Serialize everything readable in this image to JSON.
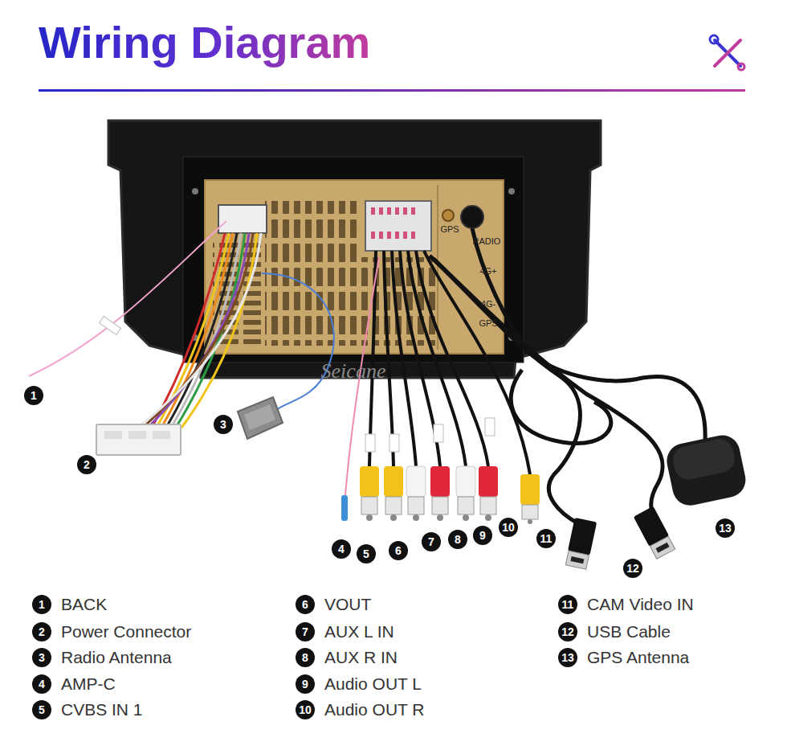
{
  "diagram": {
    "title": "Wiring Diagram",
    "nodes": [
      {
        "text": [
          "1"
        ]
      },
      {
        "text": [
          "2"
        ]
      },
      {
        "text": [
          "3"
        ]
      },
      {
        "text": [
          "4"
        ]
      },
      {
        "text": [
          "5"
        ]
      },
      {
        "text": [
          "6"
        ]
      },
      {
        "text": [
          "7"
        ]
      },
      {
        "text": [
          "8"
        ]
      },
      {
        "text": [
          "9"
        ]
      },
      {
        "text": [
          "10"
        ]
      },
      {
        "text": [
          "11"
        ]
      },
      {
        "text": [
          "12"
        ]
      },
      {
        "text": [
          "13"
        ]
      },
      {
        "text": [
          "1"
        ]
      },
      {
        "text": [
          "2"
        ]
      },
      {
        "text": [
          "3"
        ]
      },
      {
        "text": [
          "4"
        ]
      },
      {
        "text": [
          "5"
        ]
      },
      {
        "text": [
          "6"
        ]
      },
      {
        "text": [
          "7"
        ]
      },
      {
        "text": [
          "8"
        ]
      },
      {
        "text": [
          "9"
        ]
      },
      {
        "text": [
          "10"
        ]
      },
      {
        "text": [
          "11"
        ]
      },
      {
        "text": [
          "12"
        ]
      },
      {
        "text": [
          "13"
        ]
      }
    ],
    "edges": [],
    "labels": [
      "BACK",
      "Power Connector",
      "Radio Antenna",
      "AMP-C",
      "CVBS IN 1",
      "VOUT",
      "AUX L IN",
      "AUX R IN",
      "Audio OUT L",
      "Audio OUT R",
      "CAM Video IN",
      "USB Cable",
      "GPS Antenna",
      "GPS",
      "RADIO",
      "4G+",
      "4G-",
      "GPS",
      "Seicane"
    ]
  }
}
